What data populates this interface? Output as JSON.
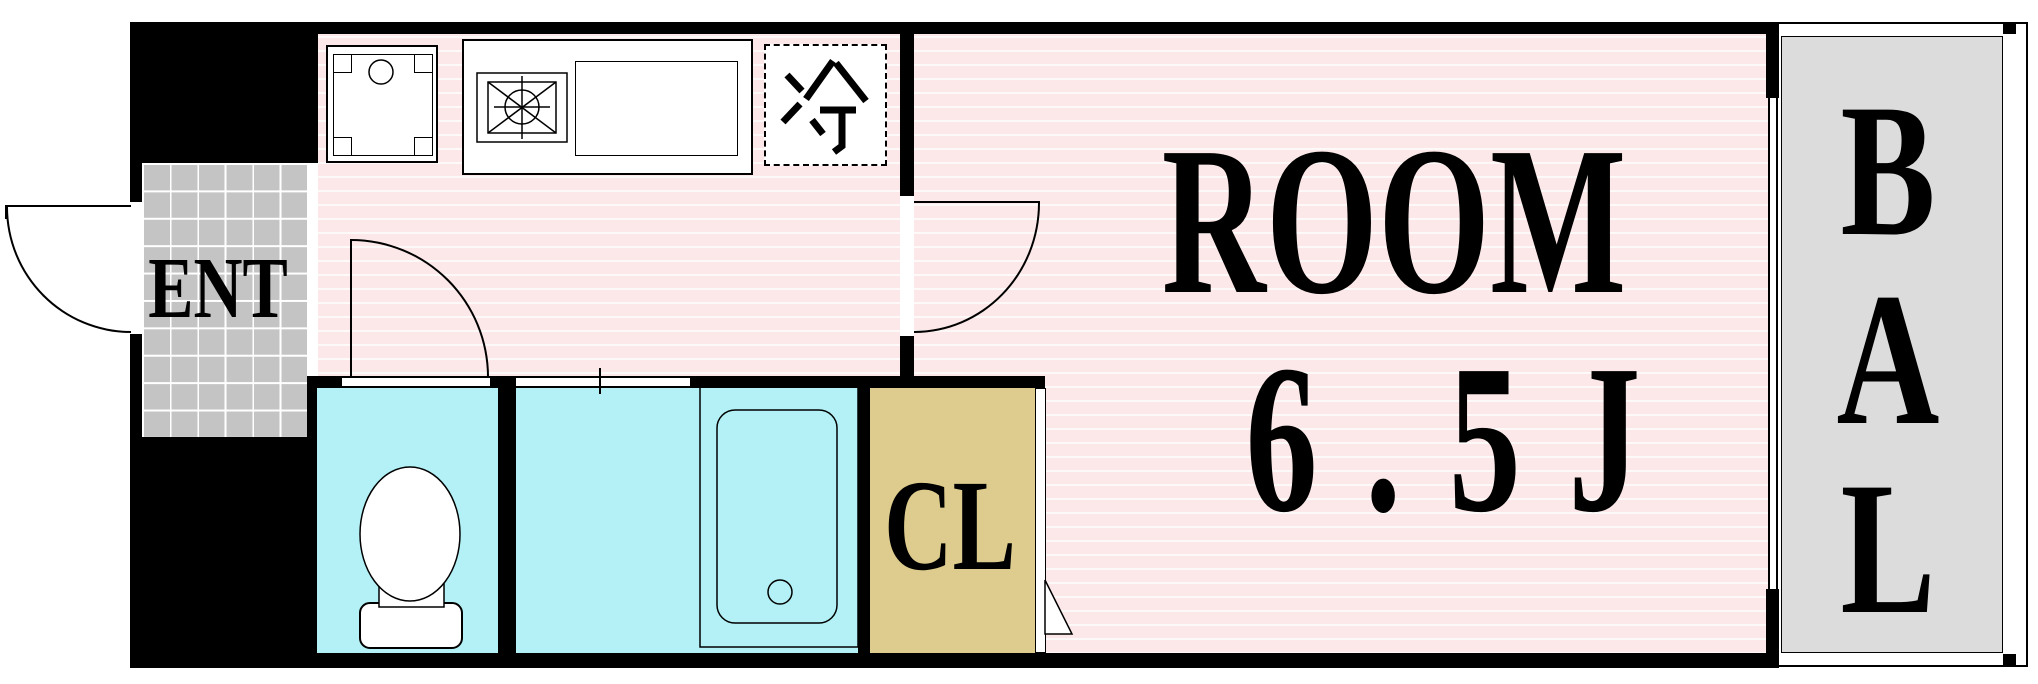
{
  "rooms": {
    "entrance": {
      "label": "ENT"
    },
    "kitchen": {
      "fridge_label": "冷",
      "fixtures": [
        "washing-machine-pan",
        "gas-stove",
        "kitchen-sink"
      ]
    },
    "main_room": {
      "name": "ROOM",
      "size": "6.5J"
    },
    "closet": {
      "label": "CL"
    },
    "balcony": {
      "label": "BAL",
      "letters": [
        "B",
        "A",
        "L"
      ]
    },
    "toilet_room": {
      "fixture": "toilet"
    },
    "bathroom": {
      "fixture": "bathtub"
    }
  },
  "colors": {
    "floor_pink": "#fce8e8",
    "wet_area_cyan": "#b3f1f6",
    "closet_tan": "#ddcc8d",
    "entrance_tile_gray": "#c4c4c4",
    "balcony_gray": "#dcdcdc",
    "wall_black": "#000000"
  }
}
